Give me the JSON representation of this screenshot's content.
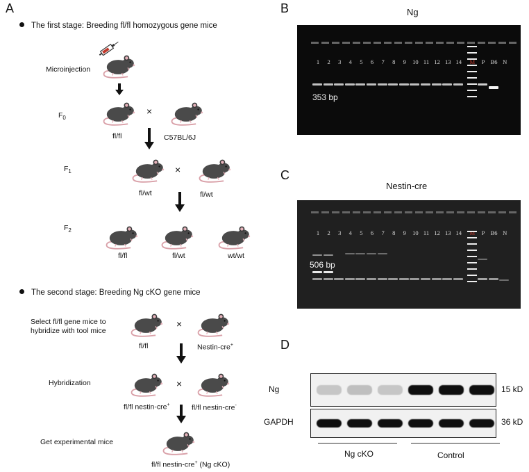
{
  "panelA": {
    "letter": "A",
    "stage1": "The first stage: Breeding fl/fl homozygous gene mice",
    "microinjection": "Microinjection",
    "F0": "F",
    "F0sub": "0",
    "F1": "F",
    "F1sub": "1",
    "F2": "F",
    "F2sub": "2",
    "cross": "×",
    "f0_left": "fl/fl",
    "f0_right": "C57BL/6J",
    "f1_left": "fl/wt",
    "f1_right": "fl/wt",
    "f2_a": "fl/fl",
    "f2_b": "fl/wt",
    "f2_c": "wt/wt",
    "stage2": "The second stage: Breeding Ng cKO gene mice",
    "select_line1": "Select fl/fl gene mice to",
    "select_line2": "hybridize with tool mice",
    "s1_left": "fl/fl",
    "s1_right": "Nestin-cre",
    "s1_right_sup": "+",
    "hybridization": "Hybridization",
    "s2_left": "fl/fl nestin-cre",
    "s2_left_sup": "+",
    "s2_right": "fl/fl nestin-cre",
    "s2_right_sup": "-",
    "get_mice": "Get experimental mice",
    "final": "fl/fl nestin-cre",
    "final_sup": "+",
    "final_suffix": " (Ng cKO)"
  },
  "panelB": {
    "letter": "B",
    "title": "Ng",
    "lanes": [
      "1",
      "2",
      "3",
      "4",
      "5",
      "6",
      "7",
      "8",
      "9",
      "10",
      "11",
      "12",
      "13",
      "14",
      "M",
      "P",
      "B6",
      "N"
    ],
    "bp": "353 bp"
  },
  "panelC": {
    "letter": "C",
    "title": "Nestin-cre",
    "lanes": [
      "1",
      "2",
      "3",
      "4",
      "5",
      "6",
      "7",
      "8",
      "9",
      "10",
      "11",
      "12",
      "13",
      "14",
      "M",
      "P",
      "B6",
      "N"
    ],
    "bp": "506 bp"
  },
  "panelD": {
    "letter": "D",
    "rows": [
      "Ng",
      "GAPDH"
    ],
    "sizes": [
      "15 kD",
      "36 kD"
    ],
    "groups": [
      "Ng cKO",
      "Control"
    ],
    "ng_band_intensity": [
      0.15,
      0.18,
      0.15,
      1.0,
      1.0,
      1.0
    ],
    "gapdh_band_intensity": [
      1.0,
      1.0,
      1.0,
      1.0,
      1.0,
      1.0
    ]
  }
}
